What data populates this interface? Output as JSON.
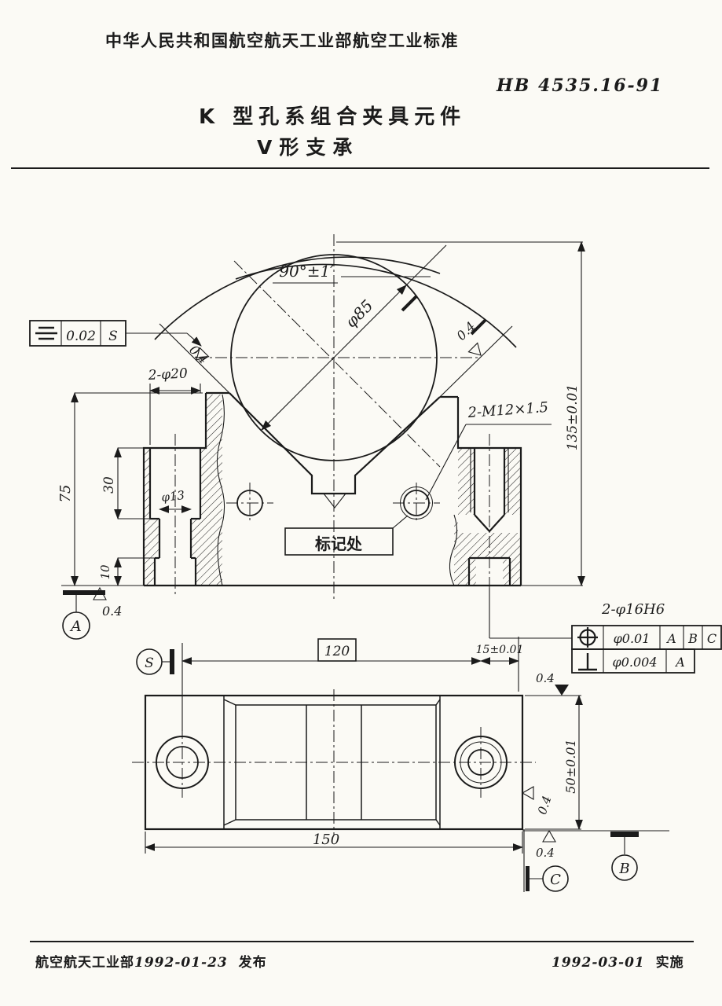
{
  "page": {
    "bg": "#fbfaf5",
    "ink": "#1b1b1b"
  },
  "header": {
    "org_standard_line": "中华人民共和国航空航天工业部航空工业标准",
    "standard_no": "HB 4535.16-91"
  },
  "title": {
    "line1": "K 型孔系组合夹具元件",
    "line2": "V形支承"
  },
  "drawing": {
    "tol_frame": {
      "value": "0.02",
      "datum": "S"
    },
    "angle": "90°±1′",
    "dia85": "φ85",
    "rough": "0.4",
    "counterbore": "2-φ20",
    "thread": "2-M12×1.5",
    "height_total": "135±0.01",
    "h75": "75",
    "h30": "30",
    "h10": "10",
    "d13": "φ13",
    "mark_label": "标记处",
    "datum_a": "A",
    "datum_b": "B",
    "datum_c": "C",
    "datum_s": "S",
    "bushing_holes": "2-φ16H6",
    "fcf_position": {
      "tol": "φ0.01",
      "d1": "A",
      "d2": "B",
      "d3": "C"
    },
    "fcf_perp": {
      "tol": "φ0.004",
      "d1": "A"
    },
    "dim120": "120",
    "dim15": "15±0.01",
    "dim50": "50±0.01",
    "dim150": "150"
  },
  "footer": {
    "issuer": "航空航天工业部",
    "issue_date": "1992-01-23",
    "issue_label": "发布",
    "impl_date": "1992-03-01",
    "impl_label": "实施"
  }
}
